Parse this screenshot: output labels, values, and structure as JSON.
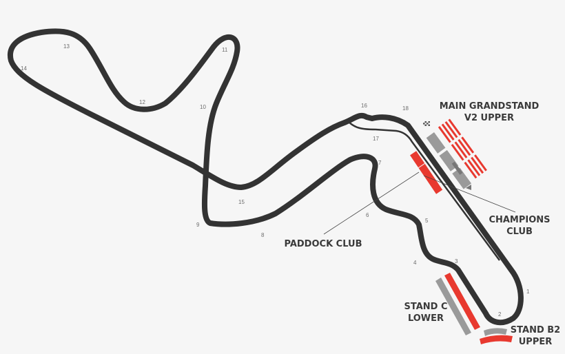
{
  "colors": {
    "track": "#333333",
    "stand_red": "#e8392f",
    "stand_grey": "#9a9a9a",
    "background": "#f6f6f6",
    "label": "#3a3a3a"
  },
  "corners": [
    "1",
    "2",
    "3",
    "4",
    "5",
    "6",
    "7",
    "8",
    "9",
    "10",
    "11",
    "12",
    "13",
    "14",
    "15",
    "16",
    "17",
    "18"
  ],
  "stands": {
    "main_grandstand": "MAIN GRANDSTAND",
    "v2_upper": "V2 UPPER",
    "champions_club_1": "CHAMPIONS",
    "champions_club_2": "CLUB",
    "paddock_club": "PADDOCK CLUB",
    "stand_c_1": "STAND C",
    "stand_c_2": "LOWER",
    "stand_b2_1": "STAND B2",
    "stand_b2_2": "UPPER"
  },
  "icons": [
    "checkered-flag-icon",
    "pit-building-icon",
    "start-arrow-icon"
  ]
}
